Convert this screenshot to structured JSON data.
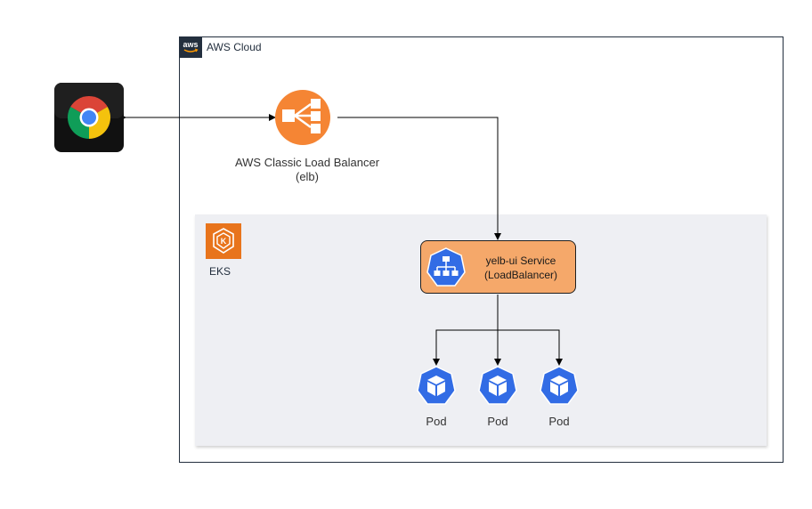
{
  "cloud": {
    "label": "AWS Cloud",
    "badge_text": "aws"
  },
  "elb": {
    "label": "AWS Classic Load Balancer",
    "sublabel": "(elb)"
  },
  "eks": {
    "label": "EKS"
  },
  "service": {
    "line1": "yelb-ui Service",
    "line2": "(LoadBalancer)"
  },
  "pods": [
    {
      "label": "Pod"
    },
    {
      "label": "Pod"
    },
    {
      "label": "Pod"
    }
  ],
  "colors": {
    "aws_dark": "#232f3e",
    "elb_orange": "#f58534",
    "service_fill": "#f5a86a",
    "eks_region": "#eeeff3",
    "k8s_blue": "#326ce5"
  },
  "icons": {
    "browser": "chrome-browser-icon",
    "elb": "classic-load-balancer-icon",
    "eks": "eks-icon",
    "service": "k8s-service-icon",
    "pod": "k8s-pod-icon"
  }
}
